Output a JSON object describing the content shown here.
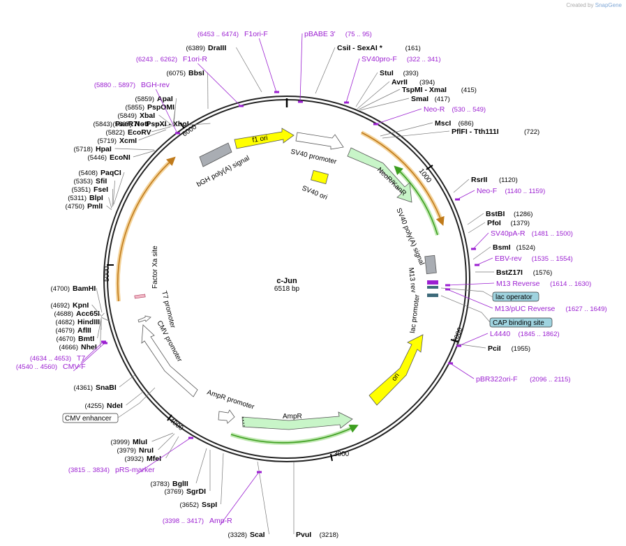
{
  "credit": {
    "prefix": "Created by",
    "brand": "SnapGene"
  },
  "plasmid": {
    "name": "c-Jun",
    "size_label": "6518 bp",
    "length": 6518
  },
  "sites": [
    {
      "name": "DraIII",
      "pos": "(6389)"
    },
    {
      "name": "CsiI - SexAI *",
      "pos": "(161)"
    },
    {
      "name": "StuI",
      "pos": "(393)"
    },
    {
      "name": "AvrII",
      "pos": "(394)"
    },
    {
      "name": "TspMI - XmaI",
      "pos": "(415)"
    },
    {
      "name": "SmaI",
      "pos": "(417)"
    },
    {
      "name": "MscI",
      "pos": "(686)"
    },
    {
      "name": "PflFI - Tth111I",
      "pos": "(722)"
    },
    {
      "name": "RsrII",
      "pos": "(1120)"
    },
    {
      "name": "BstBI",
      "pos": "(1286)"
    },
    {
      "name": "PfoI",
      "pos": "(1379)"
    },
    {
      "name": "BsmI",
      "pos": "(1524)"
    },
    {
      "name": "BstZ17I",
      "pos": "(1576)"
    },
    {
      "name": "PciI",
      "pos": "(1955)"
    },
    {
      "name": "PvuI",
      "pos": "(3218)"
    },
    {
      "name": "ScaI",
      "pos": "(3328)"
    },
    {
      "name": "SspI",
      "pos": "(3652)"
    },
    {
      "name": "SgrDI",
      "pos": "(3769)"
    },
    {
      "name": "BglII",
      "pos": "(3783)"
    },
    {
      "name": "MfeI",
      "pos": "(3932)"
    },
    {
      "name": "NruI",
      "pos": "(3979)"
    },
    {
      "name": "MluI",
      "pos": "(3999)"
    },
    {
      "name": "NdeI",
      "pos": "(4255)"
    },
    {
      "name": "SnaBI",
      "pos": "(4361)"
    },
    {
      "name": "NheI",
      "pos": "(4666)"
    },
    {
      "name": "BmtI",
      "pos": "(4670)"
    },
    {
      "name": "AflII",
      "pos": "(4679)"
    },
    {
      "name": "HindIII",
      "pos": "(4682)"
    },
    {
      "name": "Acc65I",
      "pos": "(4688)"
    },
    {
      "name": "KpnI",
      "pos": "(4692)"
    },
    {
      "name": "BamHI",
      "pos": "(4700)"
    },
    {
      "name": "PmlI",
      "pos": "(4750)"
    },
    {
      "name": "BlpI",
      "pos": "(5311)"
    },
    {
      "name": "FseI",
      "pos": "(5351)"
    },
    {
      "name": "SfiI",
      "pos": "(5353)"
    },
    {
      "name": "PaqCI",
      "pos": "(5408)"
    },
    {
      "name": "EcoNI",
      "pos": "(5446)"
    },
    {
      "name": "HpaI",
      "pos": "(5718)"
    },
    {
      "name": "XcmI",
      "pos": "(5719)"
    },
    {
      "name": "EcoRV",
      "pos": "(5822)"
    },
    {
      "name": "NotI",
      "pos": "(5837)"
    },
    {
      "name": "PaeR7I - PspXI - XhoI",
      "pos": "(5843)"
    },
    {
      "name": "XbaI",
      "pos": "(5849)"
    },
    {
      "name": "PspOMI",
      "pos": "(5855)"
    },
    {
      "name": "ApaI",
      "pos": "(5859)"
    },
    {
      "name": "BbsI",
      "pos": "(6075)"
    }
  ],
  "primers": [
    {
      "name": "F1ori-F",
      "range": "(6453 .. 6474)"
    },
    {
      "name": "pBABE 3'",
      "range": "(75 .. 95)"
    },
    {
      "name": "F1ori-R",
      "range": "(6243 .. 6262)"
    },
    {
      "name": "SV40pro-F",
      "range": "(322 .. 341)"
    },
    {
      "name": "BGH-rev",
      "range": "(5880 .. 5897)"
    },
    {
      "name": "Neo-R",
      "range": "(530 .. 549)"
    },
    {
      "name": "Neo-F",
      "range": "(1140 .. 1159)"
    },
    {
      "name": "SV40pA-R",
      "range": "(1481 .. 1500)"
    },
    {
      "name": "EBV-rev",
      "range": "(1535 .. 1554)"
    },
    {
      "name": "M13 Reverse",
      "range": "(1614 .. 1630)"
    },
    {
      "name": "M13/pUC Reverse",
      "range": "(1627 .. 1649)"
    },
    {
      "name": "L4440",
      "range": "(1845 .. 1862)"
    },
    {
      "name": "pBR322ori-F",
      "range": "(2096 .. 2115)"
    },
    {
      "name": "Amp-R",
      "range": "(3398 .. 3417)"
    },
    {
      "name": "pRS-marker",
      "range": "(3815 .. 3834)"
    },
    {
      "name": "CMV-F",
      "range": "(4540 .. 4560)"
    },
    {
      "name": "T7",
      "range": "(4634 .. 4653)"
    }
  ],
  "boxed_features": [
    "lac operator",
    "CAP binding site",
    "CMV enhancer"
  ],
  "features": {
    "f1_ori": "f1 ori",
    "sv40_promoter": "SV40 promoter",
    "sv40_ori": "SV40 ori",
    "bgh": "bGH poly(A) signal",
    "neo": "NeoR/KanR",
    "sv40_pa": "SV40 poly(A) signal",
    "m13_rev": "M13 rev",
    "lac_promoter": "lac promoter",
    "ori": "ori",
    "ampr": "AmpR",
    "ampr_promoter": "AmpR promoter",
    "cmv_promoter": "CMV promoter",
    "t7_promoter": "T7 promoter",
    "factor_xa": "Factor Xa site"
  },
  "ticks": [
    "1000",
    "2000",
    "3000",
    "4000",
    "5000",
    "6000"
  ],
  "colors": {
    "primer": "#9b1fd1",
    "enzyme": "#000000",
    "arrow_green": "#c8f5c8",
    "arrow_yellow": "#ffff00",
    "terminator_grey": "#a9adb3",
    "orf_orange": "#f4a93a",
    "orf_green": "#3d9e1f",
    "box_fill": "#9fd3df"
  }
}
